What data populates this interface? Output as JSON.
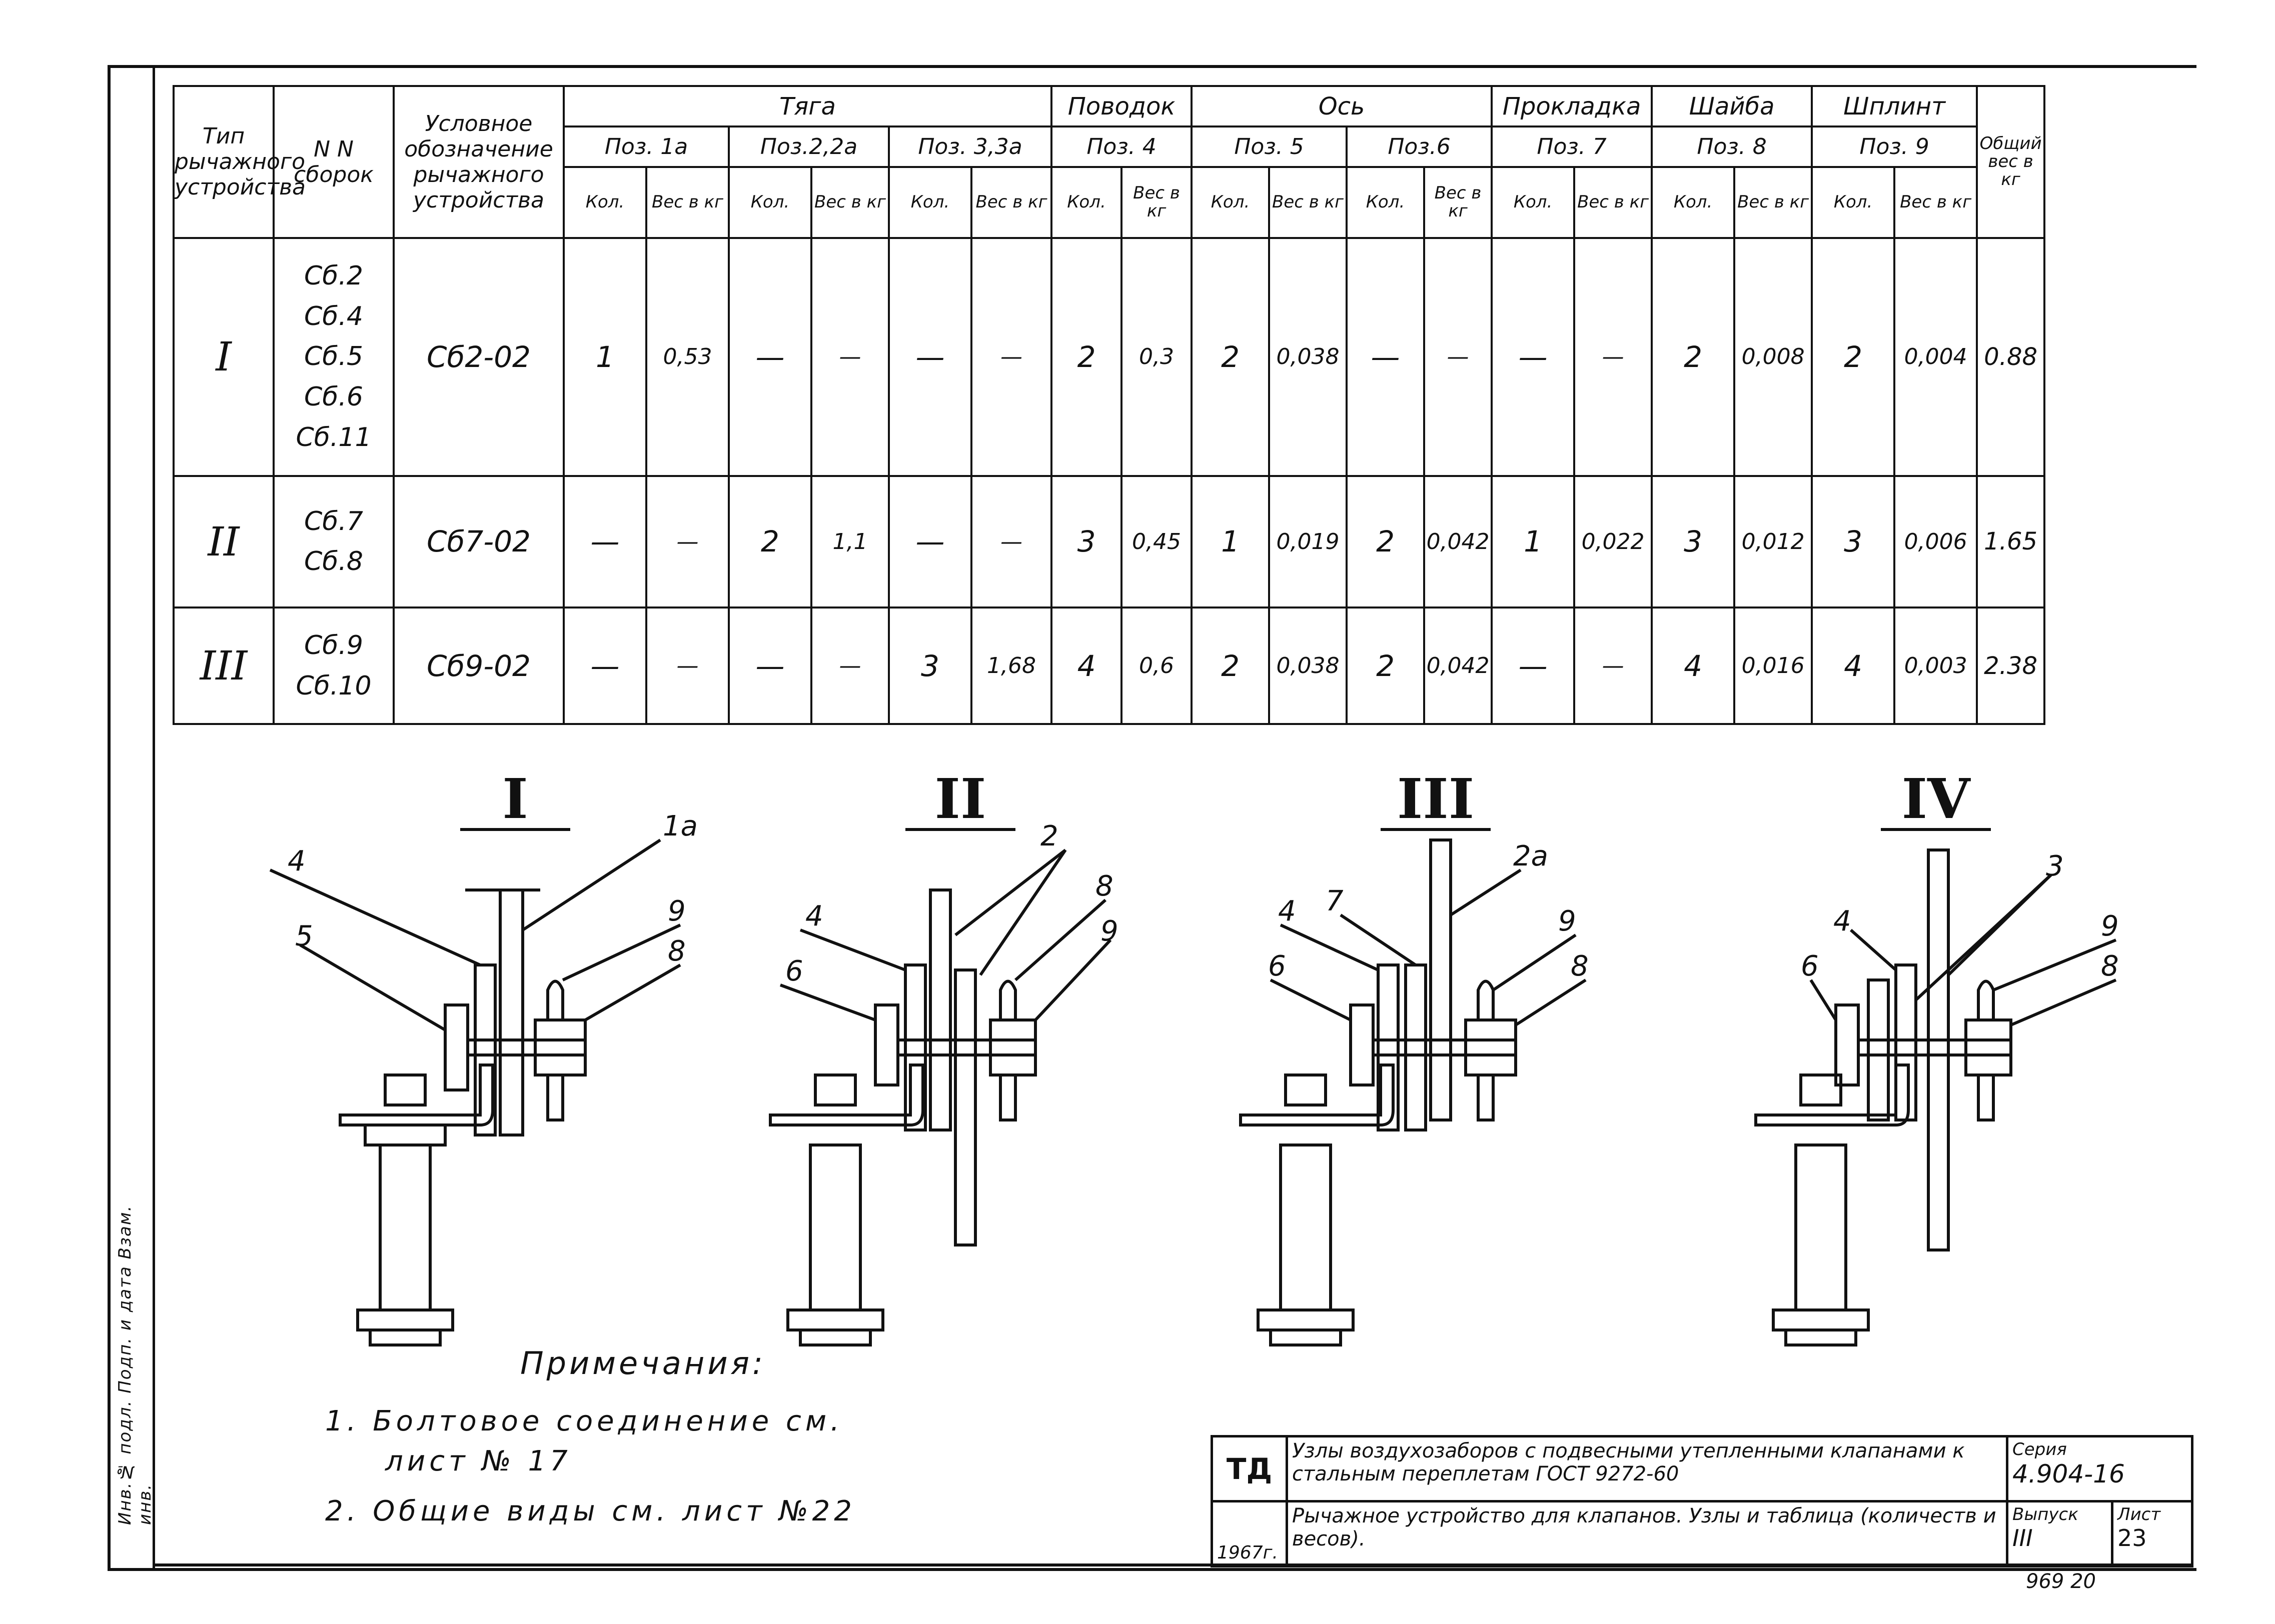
{
  "strip": {
    "text": "Инв.№ подл. Подп. и дата Взам. инв."
  },
  "table": {
    "headers": {
      "type": "Тип рычажного устройства",
      "assemblies": "N N сборок",
      "designation": "Условное обозначение рычажного устройства",
      "tyaga": "Тяга",
      "povodok": "Поводок",
      "os": "Ось",
      "prokladka": "Прокладка",
      "shaiba": "Шайба",
      "shplint": "Шплинт",
      "total": "Общий вес в кг"
    },
    "positions": [
      "Поз. 1а",
      "Поз.2,2а",
      "Поз. 3,3а",
      "Поз. 4",
      "Поз. 5",
      "Поз.6",
      "Поз. 7",
      "Поз. 8",
      "Поз. 9"
    ],
    "kol": "Кол.",
    "ves": "Вес в кг",
    "rows": [
      {
        "type": "I",
        "assemblies": [
          "Сб.2",
          "Сб.4",
          "Сб.5",
          "Сб.6",
          "Сб.11"
        ],
        "designation": "Сб2-02",
        "cells": [
          "1",
          "0,53",
          "—",
          "—",
          "—",
          "—",
          "2",
          "0,3",
          "2",
          "0,038",
          "—",
          "—",
          "—",
          "—",
          "2",
          "0,008",
          "2",
          "0,004"
        ],
        "total": "0.88"
      },
      {
        "type": "II",
        "assemblies": [
          "Сб.7",
          "Сб.8"
        ],
        "designation": "Сб7-02",
        "cells": [
          "—",
          "—",
          "2",
          "1,1",
          "—",
          "—",
          "3",
          "0,45",
          "1",
          "0,019",
          "2",
          "0,042",
          "1",
          "0,022",
          "3",
          "0,012",
          "3",
          "0,006"
        ],
        "total": "1.65"
      },
      {
        "type": "III",
        "assemblies": [
          "Сб.9",
          "Сб.10"
        ],
        "designation": "Сб9-02",
        "cells": [
          "—",
          "—",
          "—",
          "—",
          "3",
          "1,68",
          "4",
          "0,6",
          "2",
          "0,038",
          "2",
          "0,042",
          "—",
          "—",
          "4",
          "0,016",
          "4",
          "0,003"
        ],
        "total": "2.38"
      }
    ]
  },
  "nodes": [
    {
      "label": "I",
      "callouts": [
        "4",
        "1а",
        "5",
        "9",
        "8"
      ]
    },
    {
      "label": "II",
      "callouts": [
        "2",
        "4",
        "8",
        "9",
        "6"
      ]
    },
    {
      "label": "III",
      "callouts": [
        "2а",
        "4",
        "7",
        "9",
        "6",
        "8"
      ]
    },
    {
      "label": "IV",
      "callouts": [
        "3",
        "4",
        "9",
        "6",
        "8"
      ]
    }
  ],
  "notes": {
    "title": "Примечания:",
    "items": [
      "1. Болтовое соединение см.",
      "лист № 17",
      "2. Общие виды см. лист №22"
    ]
  },
  "title_block": {
    "mark": "ТД",
    "title_line1": "Узлы воздухозаборов с подвесными утепленными клапанами к стальным переплетам",
    "title_line2": "ГОСТ 9272-60",
    "subject": "Рычажное устройство для клапанов. Узлы и таблица (количеств и весов).",
    "year": "1967г.",
    "series_label": "Серия",
    "series": "4.904-16",
    "issue_label": "Выпуск",
    "issue": "III",
    "sheet_label": "Лист",
    "sheet": "23"
  },
  "footer": {
    "number": "969 20"
  }
}
